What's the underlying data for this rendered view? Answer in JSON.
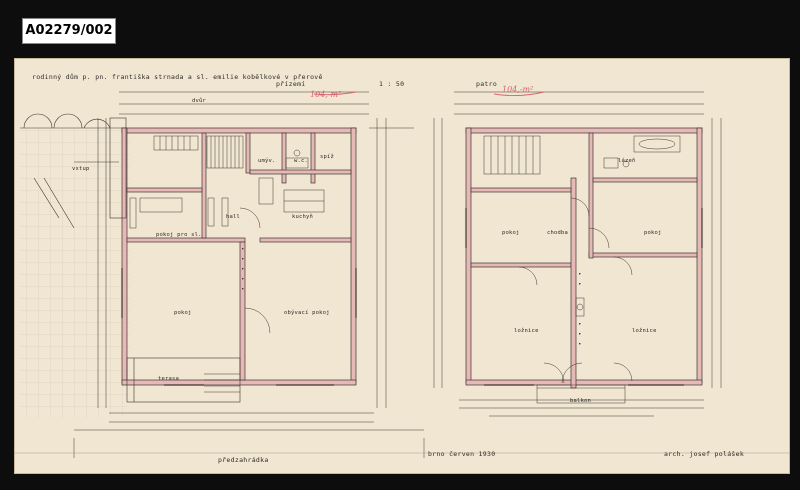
{
  "archive_id": "A02279/002",
  "header": {
    "title": "rodinný dům p. pn. františka strnada a sl. emilie kobělkové v přerově",
    "scale": "1 : 50",
    "ground_floor": "přízemí",
    "upper_floor": "patro",
    "pencil_note_left": "104,-m²",
    "pencil_note_right": "104,-m²"
  },
  "ground_floor_rooms": {
    "yard": "dvůr",
    "entrance": "vstup",
    "bath": "umýv.",
    "wc": "w.c.",
    "pantry": "spíž",
    "hall": "hall",
    "kitchen": "kuchyň",
    "maid_room": "pokoj pro sl.",
    "room": "pokoj",
    "living_room": "obývací pokoj",
    "terrace": "terasa"
  },
  "upper_floor_rooms": {
    "bathroom": "lázeň",
    "room_left": "pokoj",
    "corridor": "chodba",
    "room_right": "pokoj",
    "bedroom_left": "ložnice",
    "bedroom_right": "ložnice",
    "balcony": "balkon"
  },
  "footer": {
    "front_garden": "předzahrádka",
    "place_date": "brno červen 1930",
    "architect": "arch. josef polášek"
  },
  "colors": {
    "paper": "#f1e6d2",
    "wall_fill": "#e7b9b6",
    "ink": "#2d2a26",
    "pencil": "#d9646b",
    "background": "#0d0d0d"
  }
}
